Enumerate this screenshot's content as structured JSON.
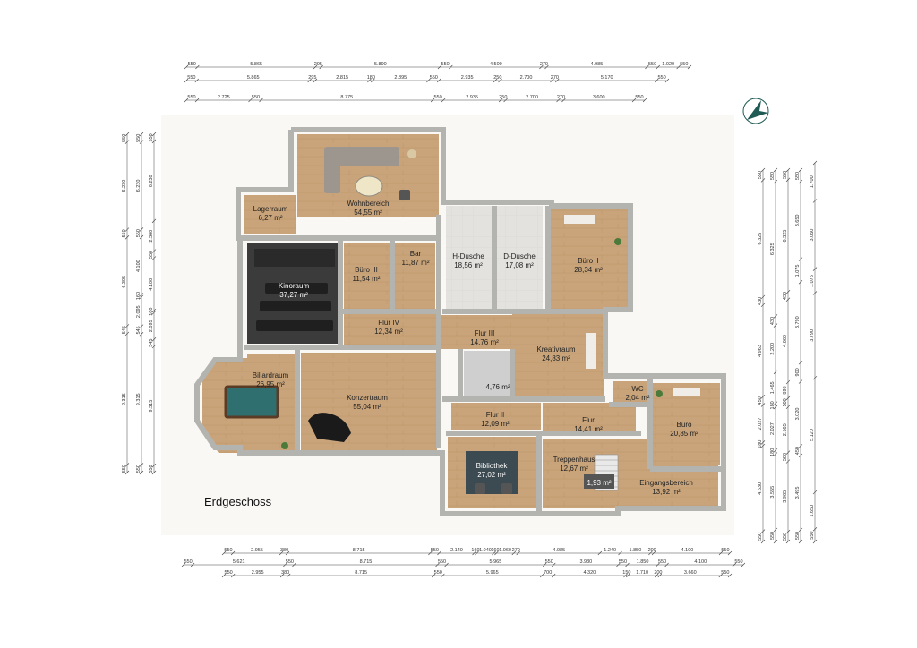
{
  "floor_title": "Erdgeschoss",
  "rooms": {
    "wohnbereich": {
      "name": "Wohnbereich",
      "area": "54,55 m²"
    },
    "lagerraum": {
      "name": "Lagerraum",
      "area": "6,27 m²"
    },
    "kinoraum": {
      "name": "Kinoraum",
      "area": "37,27 m²"
    },
    "buero3": {
      "name": "Büro III",
      "area": "11,54 m²"
    },
    "bar": {
      "name": "Bar",
      "area": "11,87 m²"
    },
    "hdusche": {
      "name": "H-Dusche",
      "area": "18,56 m²"
    },
    "ddusche": {
      "name": "D-Dusche",
      "area": "17,08 m²"
    },
    "buero2": {
      "name": "Büro II",
      "area": "28,34 m²"
    },
    "flur4": {
      "name": "Flur IV",
      "area": "12,34 m²"
    },
    "flur3": {
      "name": "Flur III",
      "area": "14,76 m²"
    },
    "kreativraum": {
      "name": "Kreativraum",
      "area": "24,83 m²"
    },
    "billardraum": {
      "name": "Billardraum",
      "area": "26,95 m²"
    },
    "konzertraum": {
      "name": "Konzertraum",
      "area": "55,04 m²"
    },
    "abstell": {
      "area": "4,76 m²"
    },
    "wc": {
      "name": "WC",
      "area": "2,04 m²"
    },
    "flur2": {
      "name": "Flur II",
      "area": "12,09 m²"
    },
    "flur": {
      "name": "Flur",
      "area": "14,41 m²"
    },
    "buero": {
      "name": "Büro",
      "area": "20,85 m²"
    },
    "bibliothek": {
      "name": "Bibliothek",
      "area": "27,02 m²"
    },
    "treppenhaus": {
      "name": "Treppenhaus",
      "area": "12,67 m²"
    },
    "stair_small": {
      "area": "1,93 m²"
    },
    "eingangsbereich": {
      "name": "Eingangsbereich",
      "area": "13,92 m²"
    }
  },
  "dimensions": {
    "top1": [
      "550",
      "5.865",
      "295",
      "5.890",
      "550",
      "4.500",
      "270",
      "4.985",
      "550",
      "1.020",
      "550"
    ],
    "top2": [
      "550",
      "5.865",
      "295",
      "2.815",
      "180",
      "2.895",
      "550",
      "2.935",
      "250",
      "2.700",
      "270",
      "5.170",
      "550"
    ],
    "top3": [
      "550",
      "2.725",
      "550",
      "8.775",
      "550",
      "2.935",
      "250",
      "2.700",
      "270",
      "3.600",
      "550"
    ],
    "bottom1": [
      "550",
      "2.955",
      "380",
      "8.715",
      "550",
      "2.140",
      "160",
      "1.040",
      "160",
      "1.060",
      "270",
      "4.985",
      "1.240",
      "1.850",
      "200",
      "4.100",
      "550"
    ],
    "bottom2": [
      "550",
      "5.621",
      "550",
      "8.715",
      "550",
      "5.965",
      "550",
      "3.930",
      "550",
      "1.850",
      "550",
      "4.100",
      "550"
    ],
    "bottom3": [
      "550",
      "2.955",
      "380",
      "8.715",
      "550",
      "5.965",
      "700",
      "4.320",
      "150",
      "1.710",
      "200",
      "3.660",
      "550"
    ],
    "left1": [
      "550",
      "6.230",
      "550",
      "6.305",
      "545",
      "9.315",
      "550"
    ],
    "left2": [
      "550",
      "6.230",
      "550",
      "4.100",
      "160",
      "2.095",
      "545",
      "9.315",
      "550"
    ],
    "left3": [
      "550",
      "6.230",
      "2.360",
      "550",
      "4.100",
      "160",
      "2.095",
      "545",
      "9.315",
      "550"
    ],
    "right1": [
      "550",
      "6.325",
      "430",
      "4.963",
      "450",
      "2.027",
      "180",
      "4.630",
      "550"
    ],
    "right2": [
      "550",
      "6.325",
      "430",
      "2.200",
      "1.465",
      "180",
      "2.027",
      "180",
      "3.555",
      "550"
    ],
    "right3": [
      "550",
      "6.325",
      "430",
      "4.660",
      "898",
      "500",
      "2.565",
      "500",
      "3.965",
      "550"
    ],
    "right4": [
      "550",
      "3.650",
      "1.075",
      "3.790",
      "900",
      "3.020",
      "450",
      "3.495",
      "550"
    ],
    "right5": [
      "1.700",
      "3.050",
      "1.075",
      "3.790",
      "5.120",
      "1.650",
      "550"
    ]
  },
  "colors": {
    "wall": "#b3b3b0",
    "wood": "#c9a47a",
    "tile": "#e2e0dc",
    "dark": "#3b3b3b",
    "compass": "#1f5a55"
  }
}
